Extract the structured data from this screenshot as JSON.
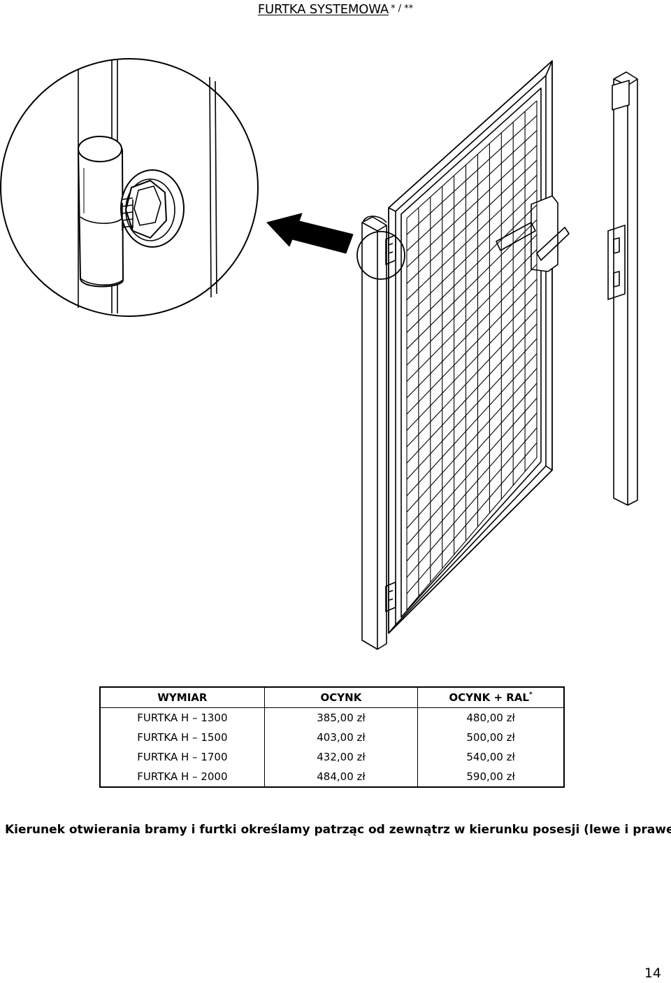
{
  "header": {
    "title": "FURTKA SYSTEMOWA",
    "marks": "* / **"
  },
  "table": {
    "columns": [
      "WYMIAR",
      "OCYNK",
      "OCYNK + RAL"
    ],
    "ral_footnote_mark": "*",
    "rows": [
      [
        "FURTKA H – 1300",
        "385,00 zł",
        "480,00 zł"
      ],
      [
        "FURTKA H – 1500",
        "403,00 zł",
        "500,00 zł"
      ],
      [
        "FURTKA H – 1700",
        "432,00 zł",
        "540,00 zł"
      ],
      [
        "FURTKA H – 2000",
        "484,00 zł",
        "590,00 zł"
      ]
    ]
  },
  "note": "Kierunek otwierania bramy i furtki określamy patrząc od zewnątrz w kierunku posesji (lewe i prawe).",
  "page_number": "14"
}
